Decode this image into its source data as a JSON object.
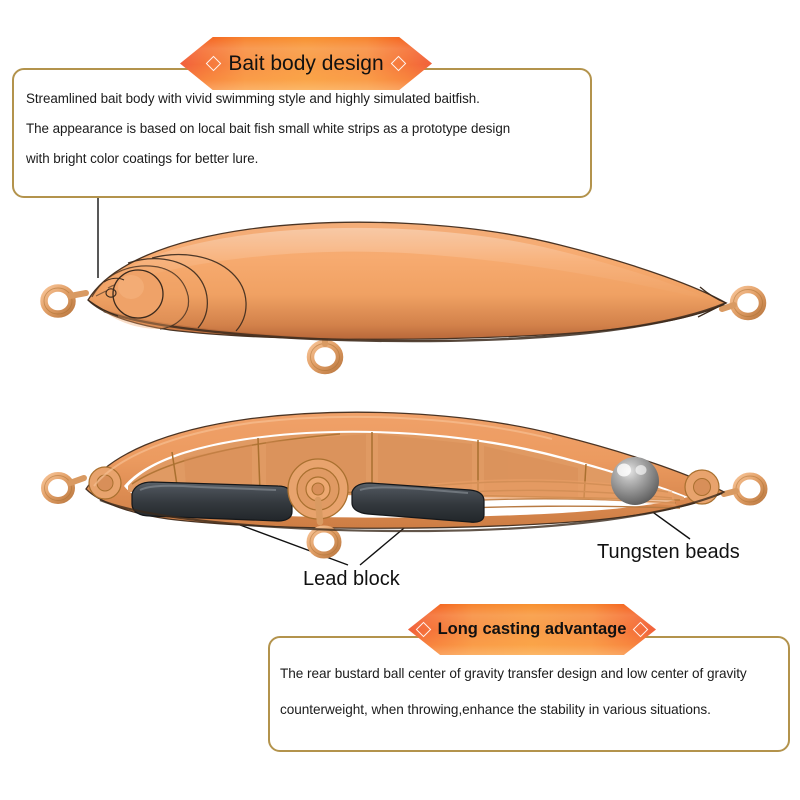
{
  "page": {
    "background": "#ffffff",
    "accent_orange": "#f7852f",
    "accent_red_orange": "#ef4a20",
    "box_border": "#b3934c",
    "body_color": "#f5a463",
    "body_shadow_color": "#c9763f",
    "lead_block_color": "#3a3f44",
    "tungsten_bead_color": "#8d8d8d",
    "hardware_color": "#e0a26a"
  },
  "top_section": {
    "banner": {
      "label": "Bait body design",
      "ornament_left": "diamond-icon",
      "ornament_right": "diamond-icon"
    },
    "box": {
      "lines": [
        "Streamlined bait body with vivid swimming style and highly simulated baitfish.",
        "The appearance is based on local bait fish small white strips as a prototype design",
        "with bright color coatings for better lure."
      ]
    }
  },
  "bottom_section": {
    "banner": {
      "label": "Long casting advantage",
      "ornament_left": "diamond-icon",
      "ornament_right": "diamond-icon"
    },
    "box": {
      "lines": [
        "The rear bustard ball center of gravity transfer design and low center of gravity",
        "counterweight, when throwing,enhance the stability in various situations."
      ]
    }
  },
  "callouts": [
    {
      "label": "Lead block",
      "target": "lead-block"
    },
    {
      "label": "Tungsten beads",
      "target": "tungsten-bead"
    }
  ],
  "illustrations": {
    "top_view": {
      "name": "fishing-lure-exterior-render",
      "parts": [
        "nose-ring",
        "belly-ring",
        "tail-ring",
        "eye",
        "gill-plate"
      ]
    },
    "cutaway_view": {
      "name": "fishing-lure-cutaway-render",
      "parts": [
        "nose-ring",
        "belly-ring",
        "tail-ring",
        "lead-block-front",
        "lead-block-rear",
        "tungsten-bead",
        "internal-chambers"
      ]
    }
  }
}
